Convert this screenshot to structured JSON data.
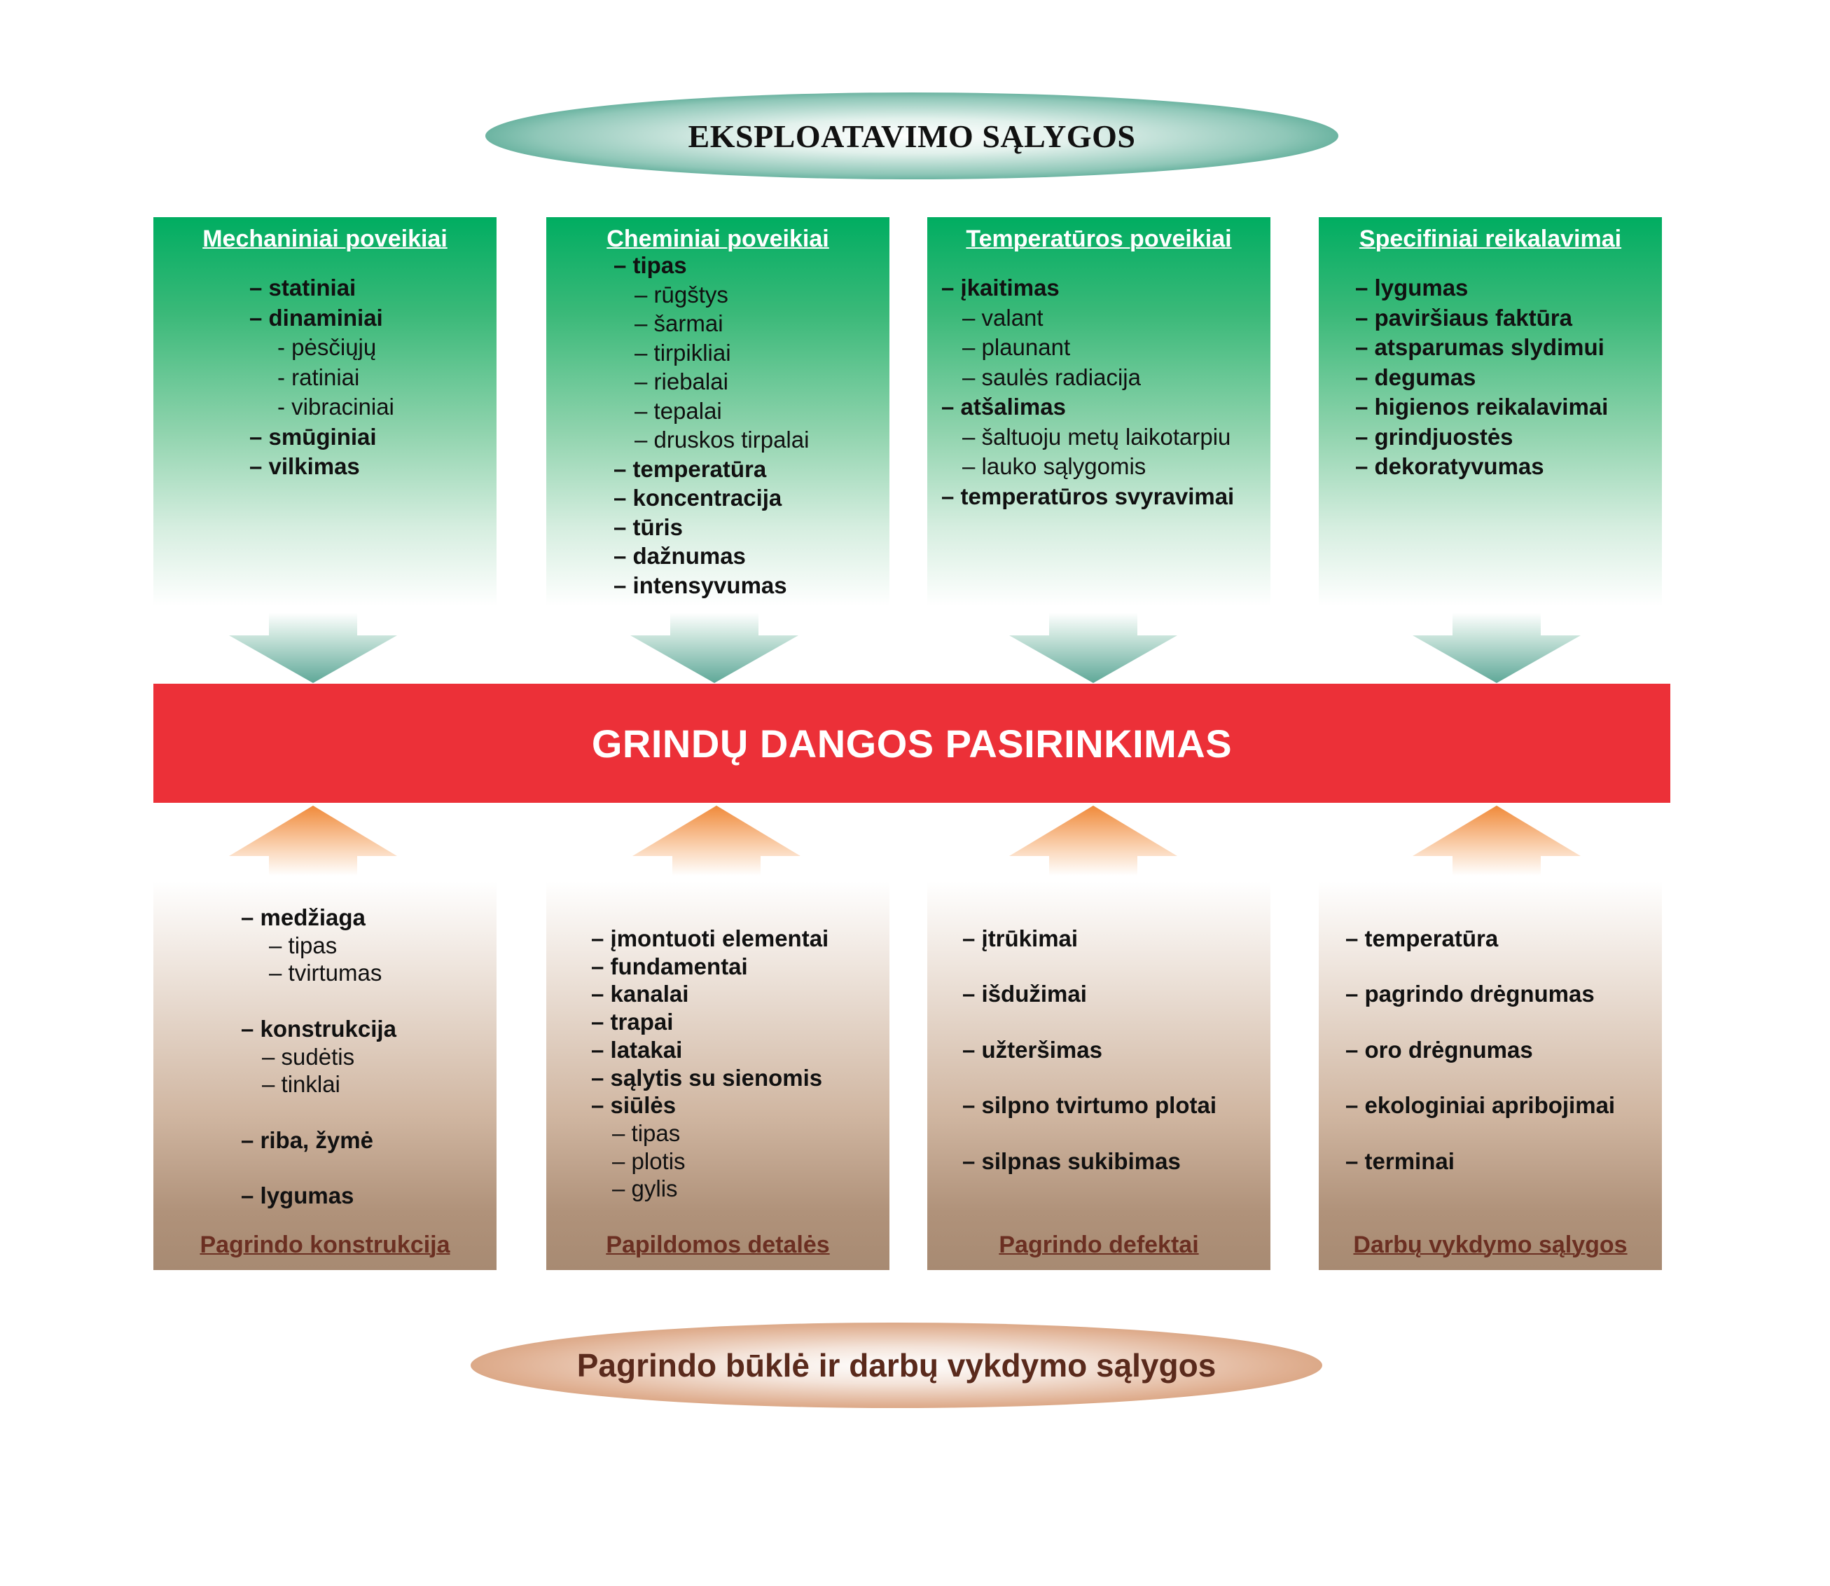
{
  "top_title": "EKSPLOATAVIMO SĄLYGOS",
  "center_banner": "GRINDŲ DANGOS PASIRINKIMAS",
  "bottom_title": "Pagrindo būklė ir darbų vykdymo sąlygos",
  "colors": {
    "top_box_green": "#00ad61",
    "banner_red": "#ec3038",
    "bottom_box_brown": "#a78a72",
    "down_arrow_teal": "#5fa898",
    "up_arrow_orange": "#f08a3a",
    "footer_text_brown": "#6b2f22"
  },
  "top_boxes": [
    {
      "title": "Mechaniniai poveikiai",
      "items": [
        {
          "text": "– statiniai",
          "level": 0
        },
        {
          "text": "– dinaminiai",
          "level": 0
        },
        {
          "text": "- pėsčiųjų",
          "level": 1
        },
        {
          "text": "- ratiniai",
          "level": 1
        },
        {
          "text": "- vibraciniai",
          "level": 1
        },
        {
          "text": "– smūginiai",
          "level": 0
        },
        {
          "text": "– vilkimas",
          "level": 0
        }
      ]
    },
    {
      "title": "Cheminiai poveikiai",
      "items": [
        {
          "text": "– tipas",
          "level": 0
        },
        {
          "text": "– rūgštys",
          "level": 1
        },
        {
          "text": "– šarmai",
          "level": 1
        },
        {
          "text": "– tirpikliai",
          "level": 1
        },
        {
          "text": "– riebalai",
          "level": 1
        },
        {
          "text": "– tepalai",
          "level": 1
        },
        {
          "text": "– druskos tirpalai",
          "level": 1
        },
        {
          "text": "– temperatūra",
          "level": 0
        },
        {
          "text": "– koncentracija",
          "level": 0
        },
        {
          "text": "– tūris",
          "level": 0
        },
        {
          "text": "– dažnumas",
          "level": 0
        },
        {
          "text": "– intensyvumas",
          "level": 0
        }
      ]
    },
    {
      "title": "Temperatūros poveikiai",
      "items": [
        {
          "text": "– įkaitimas",
          "level": 0
        },
        {
          "text": "– valant",
          "level": 1
        },
        {
          "text": "– plaunant",
          "level": 1
        },
        {
          "text": "– saulės radiacija",
          "level": 1
        },
        {
          "text": "– atšalimas",
          "level": 0
        },
        {
          "text": "– šaltuoju metų laikotarpiu",
          "level": 1
        },
        {
          "text": "– lauko sąlygomis",
          "level": 1
        },
        {
          "text": "– temperatūros svyravimai",
          "level": 0
        }
      ]
    },
    {
      "title": "Specifiniai reikalavimai",
      "items": [
        {
          "text": "– lygumas",
          "level": 0
        },
        {
          "text": "– paviršiaus faktūra",
          "level": 0
        },
        {
          "text": "– atsparumas slydimui",
          "level": 0
        },
        {
          "text": "– degumas",
          "level": 0
        },
        {
          "text": "– higienos reikalavimai",
          "level": 0
        },
        {
          "text": "– grindjuostės",
          "level": 0
        },
        {
          "text": "– dekoratyvumas",
          "level": 0
        }
      ]
    }
  ],
  "bottom_boxes": [
    {
      "footer": "Pagrindo konstrukcija",
      "items": [
        {
          "text": "– medžiaga",
          "level": 0
        },
        {
          "text": "– tipas",
          "level": 1
        },
        {
          "text": "– tvirtumas",
          "level": 1
        },
        {
          "text": "",
          "level": 2
        },
        {
          "text": "– konstrukcija",
          "level": 0
        },
        {
          "text": "– sudėtis",
          "level": 1
        },
        {
          "text": "– tinklai",
          "level": 1
        },
        {
          "text": "",
          "level": 2
        },
        {
          "text": "– riba, žymė",
          "level": 0
        },
        {
          "text": "",
          "level": 2
        },
        {
          "text": "– lygumas",
          "level": 0
        }
      ]
    },
    {
      "footer": "Papildomos detalės",
      "items": [
        {
          "text": "– įmontuoti elementai",
          "level": 0
        },
        {
          "text": "– fundamentai",
          "level": 0
        },
        {
          "text": "– kanalai",
          "level": 0
        },
        {
          "text": "– trapai",
          "level": 0
        },
        {
          "text": "– latakai",
          "level": 0
        },
        {
          "text": "– sąlytis su sienomis",
          "level": 0
        },
        {
          "text": "– siūlės",
          "level": 0
        },
        {
          "text": "– tipas",
          "level": 1
        },
        {
          "text": "– plotis",
          "level": 1
        },
        {
          "text": "– gylis",
          "level": 1
        }
      ]
    },
    {
      "footer": "Pagrindo defektai",
      "items": [
        {
          "text": "– įtrūkimai",
          "level": 0
        },
        {
          "text": "",
          "level": 2
        },
        {
          "text": "– išdužimai",
          "level": 0
        },
        {
          "text": "",
          "level": 2
        },
        {
          "text": "– užteršimas",
          "level": 0
        },
        {
          "text": "",
          "level": 2
        },
        {
          "text": "– silpno tvirtumo plotai",
          "level": 0
        },
        {
          "text": "",
          "level": 2
        },
        {
          "text": "– silpnas sukibimas",
          "level": 0
        }
      ]
    },
    {
      "footer": "Darbų vykdymo sąlygos",
      "items": [
        {
          "text": "– temperatūra",
          "level": 0
        },
        {
          "text": "",
          "level": 2
        },
        {
          "text": "– pagrindo drėgnumas",
          "level": 0
        },
        {
          "text": "",
          "level": 2
        },
        {
          "text": "– oro drėgnumas",
          "level": 0
        },
        {
          "text": "",
          "level": 2
        },
        {
          "text": "– ekologiniai apribojimai",
          "level": 0
        },
        {
          "text": "",
          "level": 2
        },
        {
          "text": "– terminai",
          "level": 0
        }
      ]
    }
  ]
}
